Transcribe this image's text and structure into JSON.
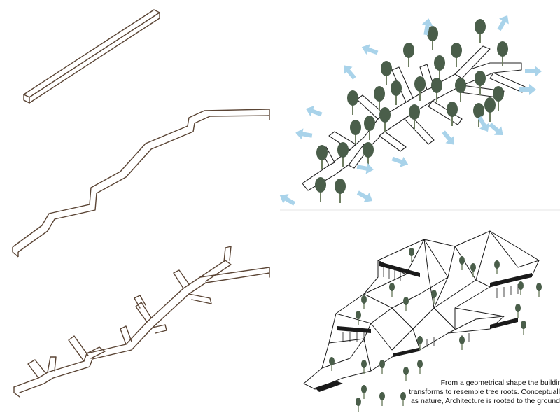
{
  "caption": {
    "lines": [
      "From a geometrical shape the buildir",
      "transforms to resemble tree roots. Conceptuall",
      "as nature, Architecture is rooted to the ground"
    ]
  },
  "colors": {
    "outline_brown": "#5a4434",
    "tree_green": "#4a5e4a",
    "trunk_green": "#6f7f62",
    "arrow_blue": "#a9d3ea",
    "roof_black": "#1a1a1a"
  },
  "icons": {
    "tree": "tree-icon",
    "arrow": "wind-arrow-icon"
  }
}
